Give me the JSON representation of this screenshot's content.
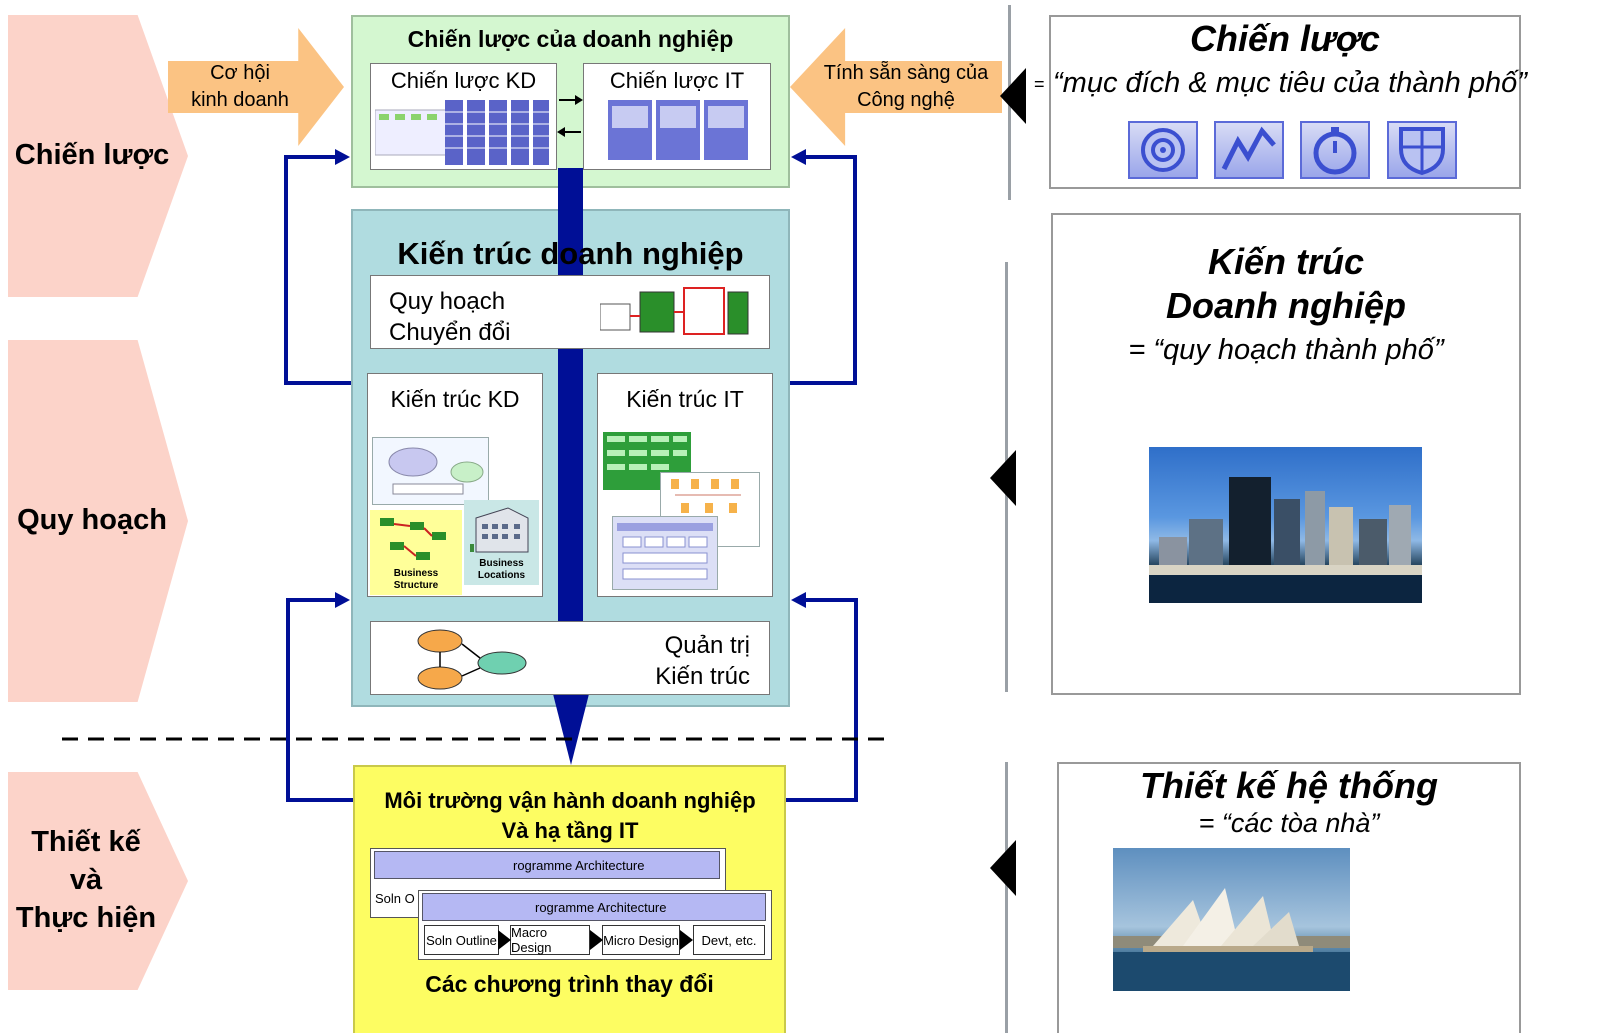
{
  "phases": {
    "strategy": "Chiến lược",
    "planning": "Quy hoạch",
    "design_line1": "Thiết kế",
    "design_line2": "và",
    "design_line3": "Thực hiện"
  },
  "inputs": {
    "business_opportunity_line1": "Cơ hội",
    "business_opportunity_line2": "kinh doanh",
    "tech_readiness_line1": "Tính sẵn sàng của",
    "tech_readiness_line2": "Công nghệ"
  },
  "enterprise_strategy": {
    "title": "Chiến lược của doanh nghiệp",
    "business_strategy": "Chiến lược KD",
    "it_strategy": "Chiến lược IT"
  },
  "enterprise_architecture": {
    "title": "Kiến trúc doanh nghiệp",
    "transformation_line1": "Quy hoạch",
    "transformation_line2": "Chuyển đổi",
    "business_architecture": "Kiến trúc KD",
    "it_architecture": "Kiến trúc IT",
    "business_structure_line1": "Business",
    "business_structure_line2": "Structure",
    "business_locations_line1": "Business",
    "business_locations_line2": "Locations",
    "governance_line1": "Quản trị",
    "governance_line2": "Kiến trúc"
  },
  "operating_environment": {
    "title_line1": "Môi trường vận hành doanh nghiệp",
    "title_line2": "Và hạ tầng IT",
    "programme_architecture": "rogramme Architecture",
    "soln_outline_partial": "Soln O",
    "steps": [
      "Soln Outline",
      "Macro Design",
      "Micro Design",
      "Devt, etc."
    ],
    "change_programs": "Các  chương trình thay đổi"
  },
  "analogies": {
    "strategy_title": "Chiến lược",
    "strategy_desc": "“mục đích & mục tiêu của thành phố”",
    "strategy_eq": "=",
    "ea_title_line1": "Kiến trúc",
    "ea_title_line2": "Doanh nghiệp",
    "ea_desc": "= “quy hoạch thành phố”",
    "design_title": "Thiết kế hệ thống",
    "design_desc": "= “các tòa nhà”"
  },
  "icons": [
    "target-icon",
    "trend-icon",
    "stopwatch-icon",
    "shield-icon"
  ],
  "colors": {
    "phase_bg": "#fcd3c9",
    "strategy_box": "#d4f7d0",
    "ea_box": "#b0dce0",
    "ops_box": "#fdfd62",
    "flow_arrow": "#000f96",
    "input_arrow": "#fbc383"
  }
}
